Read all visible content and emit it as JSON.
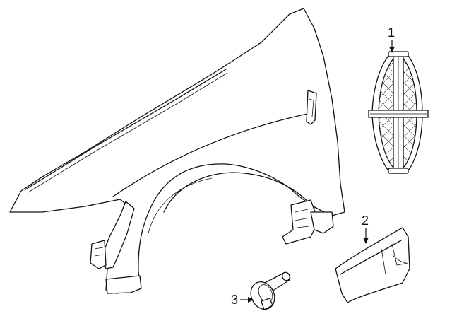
{
  "callouts": [
    {
      "label": "1",
      "part": "grille-emblem"
    },
    {
      "label": "2",
      "part": "fender-extension"
    },
    {
      "label": "3",
      "part": "retainer-clip"
    }
  ],
  "colors": {
    "line": "#111111",
    "background": "#ffffff"
  }
}
